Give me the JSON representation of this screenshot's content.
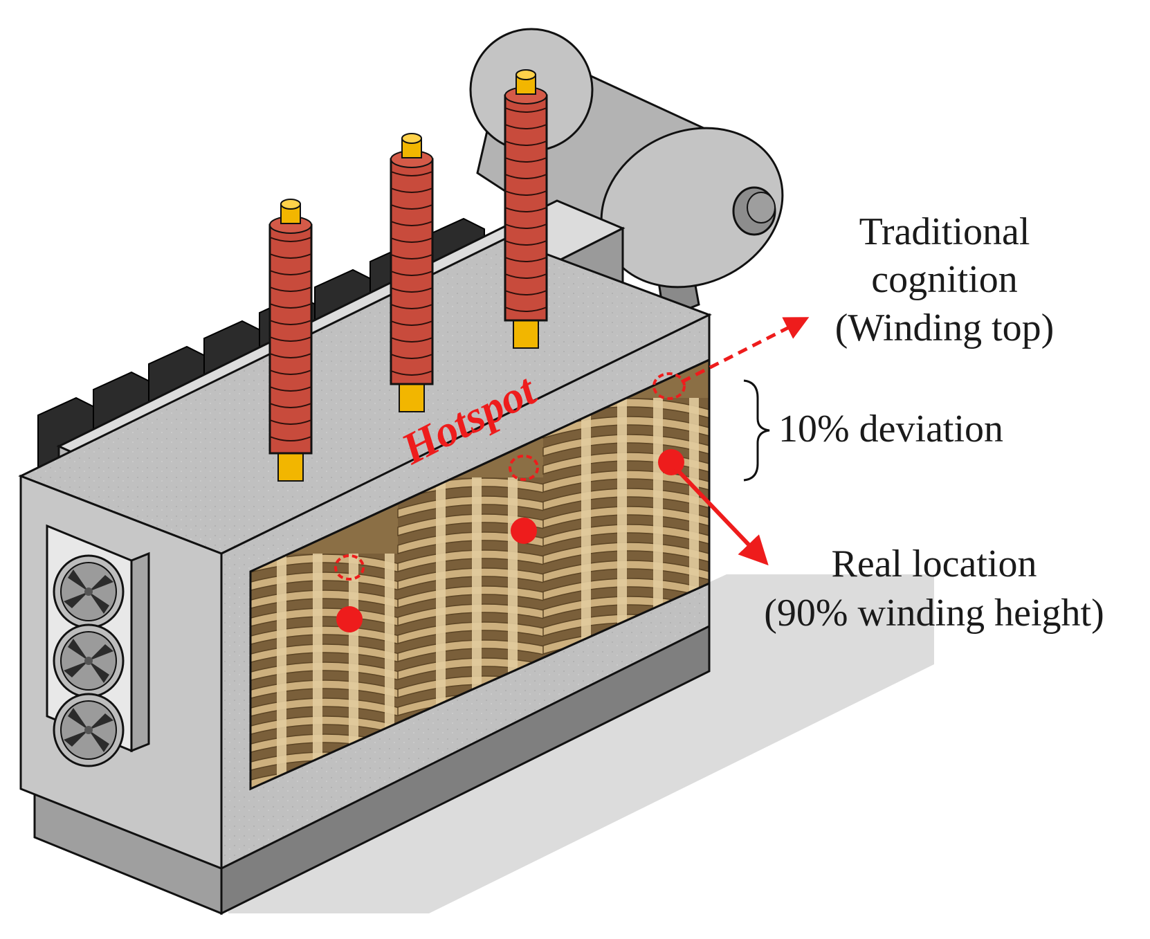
{
  "labels": {
    "traditional_line1": "Traditional",
    "traditional_line2": "cognition",
    "traditional_line3": "(Winding top)",
    "deviation": "10% deviation",
    "real_line1": "Real location",
    "real_line2": "(90% winding height)",
    "hotspot": "Hotspot"
  },
  "colors": {
    "hotspot_red": "#ee1c1c",
    "tank_gray": "#bdbdbd",
    "bushing_red": "#c84b3c",
    "terminal_yellow": "#f2b600",
    "winding_tan": "#cdb07e",
    "radiator_black": "#2b2b2b"
  },
  "icons": {
    "fan": "fan-icon",
    "hotspot_marker": "hotspot-dot",
    "traditional_marker": "dashed-circle"
  }
}
